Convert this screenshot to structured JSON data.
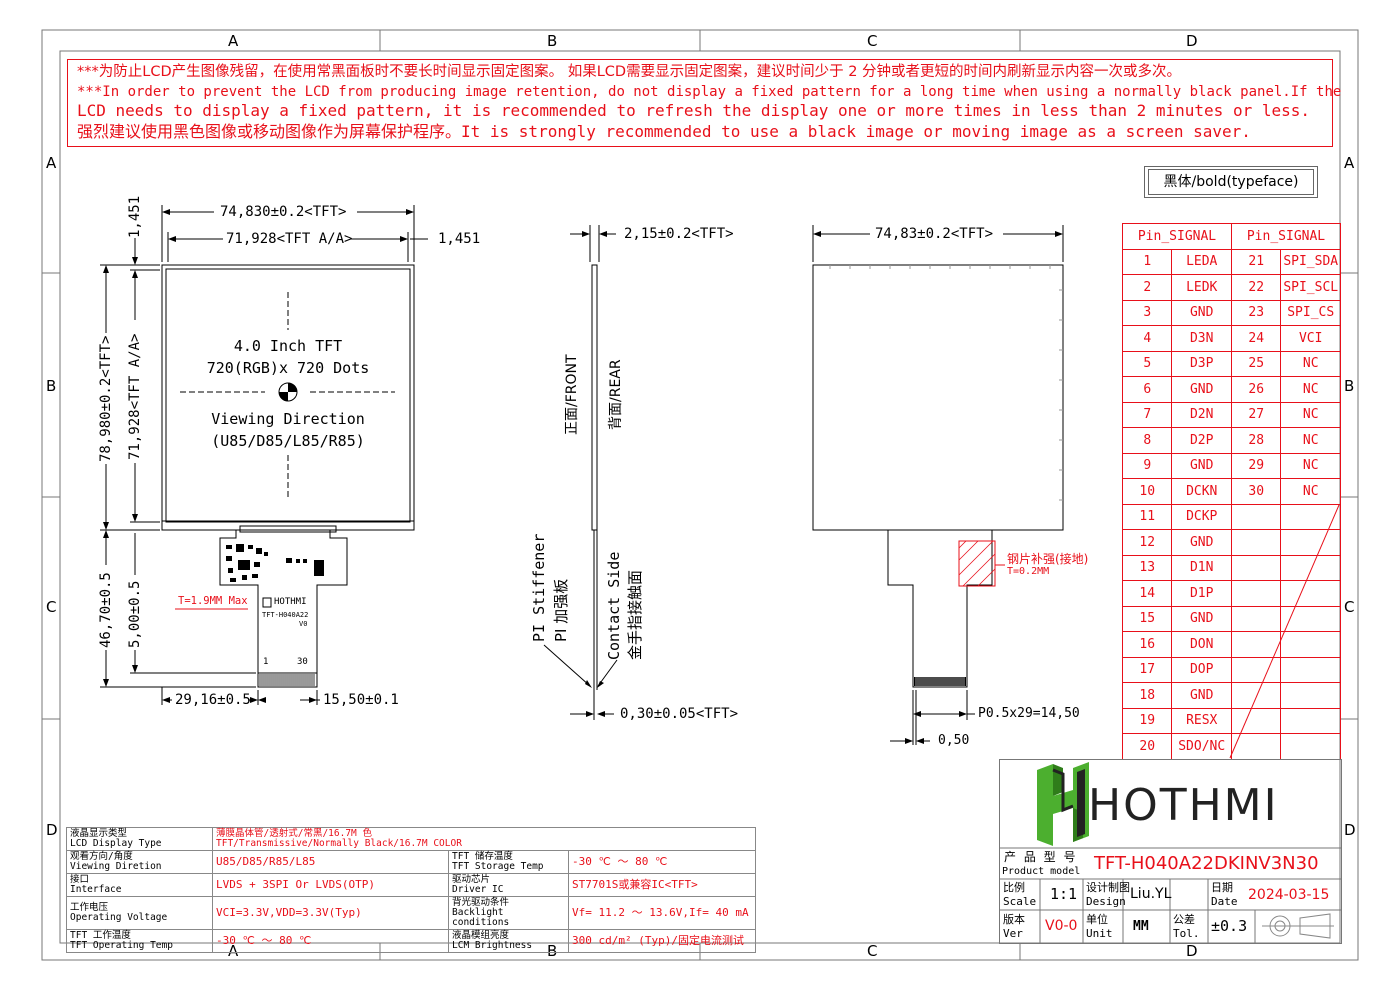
{
  "zones": {
    "cols": [
      "A",
      "B",
      "C",
      "D"
    ],
    "rows": [
      "A",
      "B",
      "C",
      "D"
    ]
  },
  "notice": {
    "line1": "***为防止LCD产生图像残留，在使用常黑面板时不要长时间显示固定图案。 如果LCD需要显示固定图案，建议时间少于 2 分钟或者更短的时间内刷新显示内容一次或多次。",
    "line2": "***In order to prevent the LCD from producing image retention, do not display a fixed pattern for a long time when using a normally black panel.If the",
    "line3": " LCD needs to display a fixed pattern, it is recommended to refresh the display one or more times in less than 2 minutes or less.",
    "line4": "强烈建议使用黑色图像或移动图像作为屏幕保护程序。It is strongly recommended to use a black image or moving image as a screen saver."
  },
  "typeface_note": "黑体/bold(typeface)",
  "front": {
    "dim_width": "74,830±0.2<TFT>",
    "dim_aa": "71,928<TFT A/A>",
    "dim_1451_top": "1,451",
    "dim_1451_right": "1,451",
    "dim_height": "78,980±0.2<TFT>",
    "dim_aa_v": "71,928<TFT A/A>",
    "dim_fpc_h": "46,70±0.5",
    "dim_fpc_5": "5,00±0.5",
    "dim_29": "29,16±0.5",
    "dim_15": "15,50±0.1",
    "center_line1": "4.0 Inch TFT",
    "center_line2": "720(RGB)x 720 Dots",
    "center_line3": "Viewing Direction",
    "center_line4": "(U85/D85/L85/R85)",
    "t_max": "T=1.9MM Max",
    "fpc_logo": "HOTHMI",
    "fpc_model": "TFT-H040A22",
    "fpc_ver": "V0",
    "pin_start": "1",
    "pin_end": "30"
  },
  "side": {
    "thickness": "2,15±0.2<TFT>",
    "front": "正面/FRONT",
    "rear": "背面/REAR",
    "pi_stiffener": "PI Stiffener",
    "pi_cn": "PI 加强板",
    "contact_side": "Contact Side",
    "contact_cn": "金手指接触面",
    "fpc_thick": "0,30±0.05<TFT>"
  },
  "rear": {
    "width": "74,83±0.2<TFT>",
    "stiffener1": "钢片补强(接地)",
    "stiffener2": "T=0.2MM",
    "pitch": "P0.5x29=14,50",
    "pad": "0,50"
  },
  "pin_table": {
    "header": [
      "Pin_SIGNAL",
      "Pin_SIGNAL"
    ],
    "left": [
      [
        "1",
        "LEDA"
      ],
      [
        "2",
        "LEDK"
      ],
      [
        "3",
        "GND"
      ],
      [
        "4",
        "D3N"
      ],
      [
        "5",
        "D3P"
      ],
      [
        "6",
        "GND"
      ],
      [
        "7",
        "D2N"
      ],
      [
        "8",
        "D2P"
      ],
      [
        "9",
        "GND"
      ],
      [
        "10",
        "DCKN"
      ],
      [
        "11",
        "DCKP"
      ],
      [
        "12",
        "GND"
      ],
      [
        "13",
        "D1N"
      ],
      [
        "14",
        "D1P"
      ],
      [
        "15",
        "GND"
      ],
      [
        "16",
        "DON"
      ],
      [
        "17",
        "DOP"
      ],
      [
        "18",
        "GND"
      ],
      [
        "19",
        "RESX"
      ],
      [
        "20",
        "SDO/NC"
      ]
    ],
    "right": [
      [
        "21",
        "SPI_SDA"
      ],
      [
        "22",
        "SPI_SCL"
      ],
      [
        "23",
        "SPI_CS"
      ],
      [
        "24",
        "VCI"
      ],
      [
        "25",
        "NC"
      ],
      [
        "26",
        "NC"
      ],
      [
        "27",
        "NC"
      ],
      [
        "28",
        "NC"
      ],
      [
        "29",
        "NC"
      ],
      [
        "30",
        "NC"
      ]
    ]
  },
  "spec": {
    "lcd_type_cn": "液晶显示类型",
    "lcd_type_en": "LCD Display Type",
    "lcd_type_v1": "薄膜晶体管/透射式/常黑/16.7M 色",
    "lcd_type_v2": "TFT/Transmissive/Normally Black/16.7M COLOR",
    "view_cn": "观看方向/角度",
    "view_en": "Viewing Diretion",
    "view_v": "U85/D85/R85/L85",
    "storage_cn": "TFT 储存温度",
    "storage_en": "TFT Storage Temp",
    "storage_v": "-30 ℃ ～ 80 ℃",
    "iface_cn": "接口",
    "iface_en": "Interface",
    "iface_v": "LVDS + 3SPI Or LVDS(OTP)",
    "driver_cn": "驱动芯片",
    "driver_en": "Driver IC",
    "driver_v": "ST7701S或兼容IC<TFT>",
    "volt_cn": "工作电压",
    "volt_en": "Operating Voltage",
    "volt_v": "VCI=3.3V,VDD=3.3V(Typ)",
    "bl_cn": "背光驱动条件",
    "bl_en": "Backlight conditions",
    "bl_v": "Vf= 11.2 ～ 13.6V,If= 40 mA",
    "op_cn": "TFT 工作温度",
    "op_en": "TFT Operating Temp",
    "op_v": "-30 ℃ ～ 80 ℃",
    "bright_cn": "液晶模组亮度",
    "bright_en": "LCM Brightness",
    "bright_v": "300 cd/m² (Typ)/固定电流测试"
  },
  "title_block": {
    "logo": "HOTHMI",
    "model_cn": "产 品 型 号",
    "model_en": "Product model",
    "model_v": "TFT-H040A22DKINV3N30",
    "scale_cn": "比例",
    "scale_en": "Scale",
    "scale_v": "1:1",
    "design_cn": "设计制图",
    "design_en": "Design",
    "design_v": "Liu.YL",
    "date_cn": "日期",
    "date_en": "Date",
    "date_v": "2024-03-15",
    "ver_cn": "版本",
    "ver_en": "Ver",
    "ver_v": "V0-0",
    "unit_cn": "单位",
    "unit_en": "Unit",
    "unit_v": "MM",
    "tol_cn": "公差",
    "tol_en": "Tol.",
    "tol_v": "±0.3"
  },
  "colors": {
    "accent": "#e8101a",
    "logo_green": "#4caf2f",
    "logo_dark": "#222222"
  }
}
